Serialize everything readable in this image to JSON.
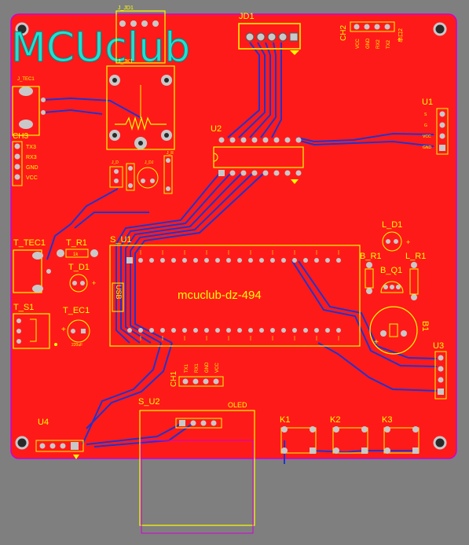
{
  "title": "MCUclub",
  "board_name": "mcuclub-dz-494",
  "colors": {
    "background": "#7f7f7f",
    "board": "#ff1a1a",
    "outline": "#d100d1",
    "silkscreen": "#ffff00",
    "logo": "#22e0d0",
    "trace": "#2233cc",
    "pad": "#c8c8c8",
    "hole": "#2a2a2a"
  },
  "labels": {
    "jd1": "JD1",
    "j_jd1": "J_JD1",
    "j_jk1": "J_JK1",
    "j_tec1": "J_TEC1",
    "ch3": "CH3",
    "ch3_pins": [
      "TX3",
      "RX3",
      "GND",
      "VCC"
    ],
    "ch2": "CH2",
    "ch2_pins": [
      "VCC",
      "GND",
      "RX2",
      "TX2"
    ],
    "ch2_tag": "串口2",
    "u1": "U1",
    "u2": "U2",
    "s_u1": "S_U1",
    "usb": "USB",
    "t_tec1": "T_TEC1",
    "t_r1": "T_R1",
    "t_r1_val": "1k",
    "t_d1": "T_D1",
    "t_ec1": "T_EC1",
    "t_ec1_val": "220uF",
    "t_s1": "T_S1",
    "l_d1": "L_D1",
    "b_r1": "B_R1",
    "l_r1": "L_R1",
    "b_q1": "B_Q1",
    "b1": "B1",
    "u3": "U3",
    "ch1": "CH1",
    "ch1_pins": [
      "TX1",
      "RX1",
      "GND",
      "VCC"
    ],
    "s_u2": "S_U2",
    "oled": "OLED",
    "u4": "U4",
    "k1": "K1",
    "k2": "K2",
    "k3": "K3",
    "j_d": "J_D",
    "j_dj": "J_DJ",
    "j_r": "J_R"
  }
}
